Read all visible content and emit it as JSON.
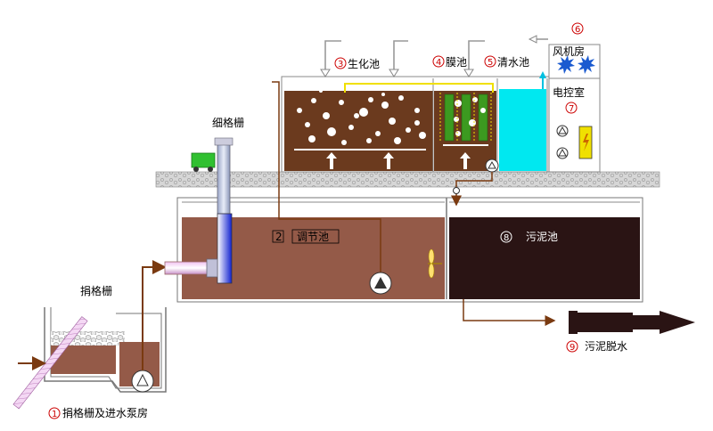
{
  "labels": {
    "screen_room": "捐格栅及进水泵房",
    "coarse_screen": "捐格栅",
    "fine_screen": "细格栅",
    "equalization": "调节池",
    "biochemical": "生化池",
    "membrane": "膜池",
    "clear_water": "清水池",
    "blower_room": "风机房",
    "control_room": "电控室",
    "sludge_tank": "污泥池",
    "dewatering": "污泥脱水"
  },
  "numbers": {
    "n1": "1",
    "n2": "2",
    "n3": "3",
    "n4": "4",
    "n5": "5",
    "n6": "6",
    "n7": "7",
    "n8": "8",
    "n9": "9"
  },
  "colors": {
    "wastewater": "#945a48",
    "biochem_fill": "#6b3a1e",
    "sludge": "#2a1414",
    "clear_water": "#00e8f0",
    "ground": "#d4d4d4",
    "pipe_brown": "#7a3a10",
    "pipe_yellow": "#f0e000",
    "blower_blue": "#1a5ad0",
    "membrane_green": "#3c9a20"
  }
}
